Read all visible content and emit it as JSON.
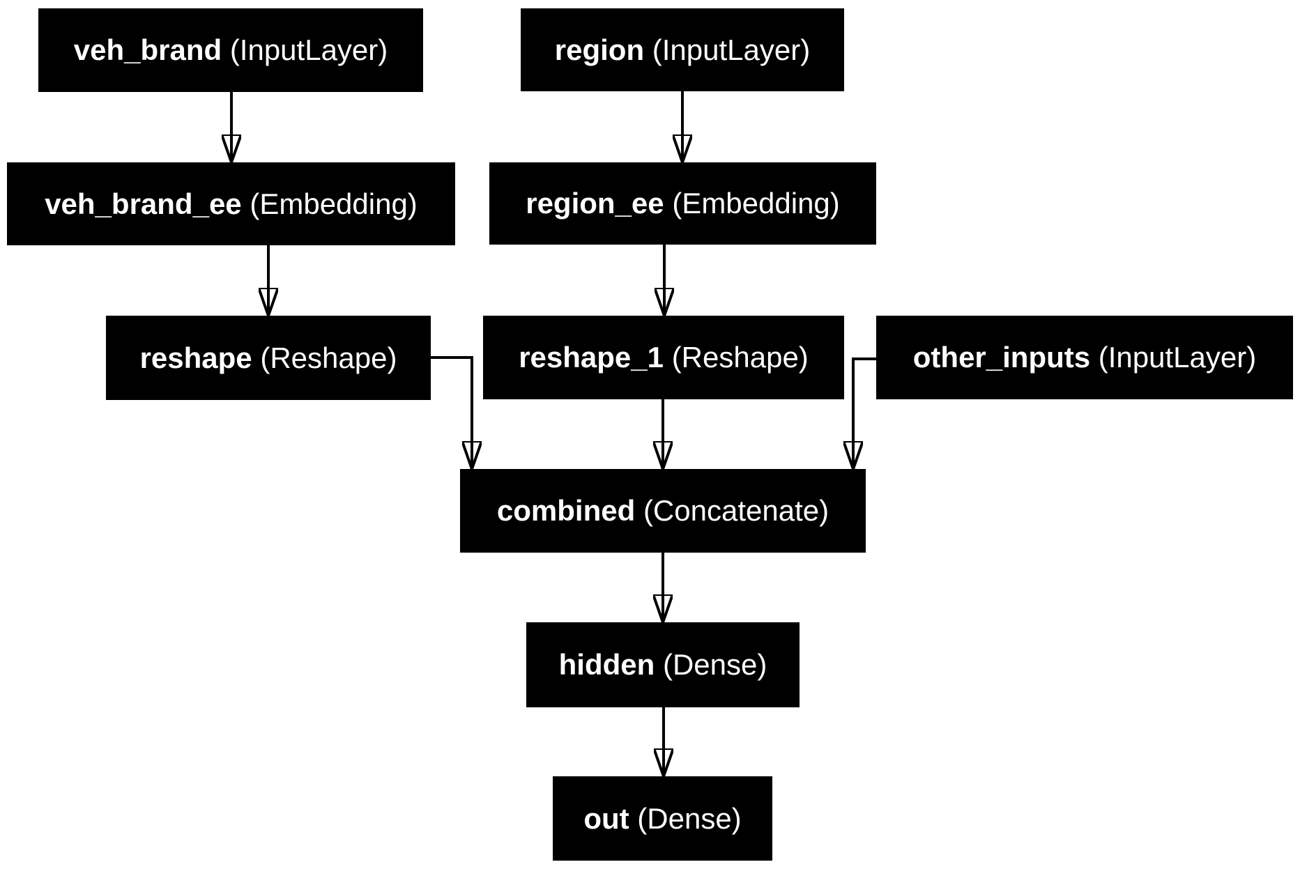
{
  "diagram": {
    "title": "Keras model architecture graph",
    "colors": {
      "background": "#ffffff",
      "node_fill": "#000000",
      "node_text": "#ffffff",
      "edge": "#000000"
    },
    "nodes": [
      {
        "id": "veh_brand",
        "name": "veh_brand",
        "type_label": "(InputLayer)",
        "full_label": "veh_brand (InputLayer)"
      },
      {
        "id": "region",
        "name": "region",
        "type_label": "(InputLayer)",
        "full_label": "region (InputLayer)"
      },
      {
        "id": "veh_brand_ee",
        "name": "veh_brand_ee",
        "type_label": "(Embedding)",
        "full_label": "veh_brand_ee (Embedding)"
      },
      {
        "id": "region_ee",
        "name": "region_ee",
        "type_label": "(Embedding)",
        "full_label": "region_ee (Embedding)"
      },
      {
        "id": "reshape",
        "name": "reshape",
        "type_label": "(Reshape)",
        "full_label": "reshape (Reshape)"
      },
      {
        "id": "reshape_1",
        "name": "reshape_1",
        "type_label": "(Reshape)",
        "full_label": "reshape_1 (Reshape)"
      },
      {
        "id": "other_inputs",
        "name": "other_inputs",
        "type_label": "(InputLayer)",
        "full_label": "other_inputs (InputLayer)"
      },
      {
        "id": "combined",
        "name": "combined",
        "type_label": "(Concatenate)",
        "full_label": "combined (Concatenate)"
      },
      {
        "id": "hidden",
        "name": "hidden",
        "type_label": "(Dense)",
        "full_label": "hidden (Dense)"
      },
      {
        "id": "out",
        "name": "out",
        "type_label": "(Dense)",
        "full_label": "out (Dense)"
      }
    ],
    "edges": [
      {
        "from": "veh_brand",
        "to": "veh_brand_ee"
      },
      {
        "from": "region",
        "to": "region_ee"
      },
      {
        "from": "veh_brand_ee",
        "to": "reshape"
      },
      {
        "from": "region_ee",
        "to": "reshape_1"
      },
      {
        "from": "reshape",
        "to": "combined"
      },
      {
        "from": "reshape_1",
        "to": "combined"
      },
      {
        "from": "other_inputs",
        "to": "combined"
      },
      {
        "from": "combined",
        "to": "hidden"
      },
      {
        "from": "hidden",
        "to": "out"
      }
    ]
  }
}
